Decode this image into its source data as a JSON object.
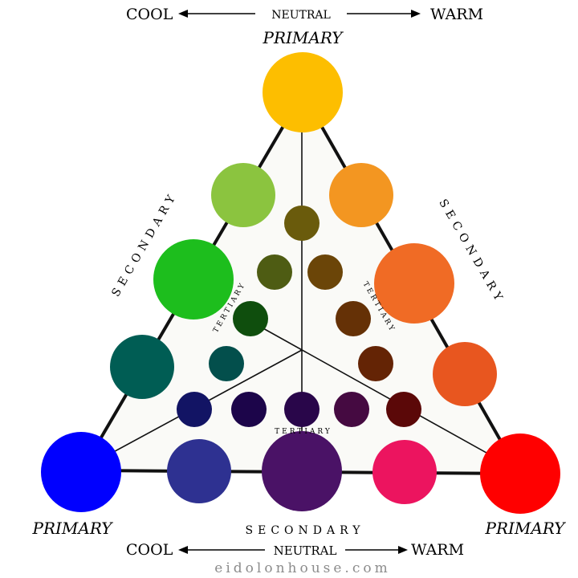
{
  "top_axis": {
    "cool": "COOL",
    "neutral": "NEUTRAL",
    "warm": "WARM"
  },
  "bottom_axis": {
    "cool": "COOL",
    "neutral": "NEUTRAL",
    "warm": "WARM"
  },
  "labels": {
    "primary_top": "PRIMARY",
    "primary_left": "PRIMARY",
    "primary_right": "PRIMARY",
    "secondary_left": "SECONDARY",
    "secondary_right": "SECONDARY",
    "secondary_bottom": "SECONDARY",
    "tertiary_left": "TERTIARY",
    "tertiary_right": "TERTIARY",
    "tertiary_bottom": "TERTIARY"
  },
  "footer": {
    "site": "eidolonhouse.com"
  },
  "colors": {
    "yellow": "#FDBE00",
    "yellow_green": "#8BC43F",
    "yellow_orange": "#F39621",
    "green": "#1DBE1D",
    "orange": "#F06B25",
    "blue_green": "#005D54",
    "red_orange": "#E8561F",
    "blue": "#0000FF",
    "blue_violet": "#2E3191",
    "violet": "#4A1266",
    "red_violet": "#EC145F",
    "red": "#FF0000",
    "tert_olive": "#6A5B0C",
    "tert_olive_green": "#4E5C13",
    "tert_brown": "#6B4508",
    "tert_dark_green": "#0F4E0D",
    "tert_brown_red": "#653106",
    "tert_teal": "#034F4C",
    "tert_maroon_brown": "#642405",
    "tert_navy": "#121464",
    "tert_indigo": "#1C054A",
    "tert_deep_purple": "#29064A",
    "tert_plum": "#450A41",
    "tert_oxblood": "#5B0808",
    "triangle_fill": "#FAFAF7",
    "line": "#111111"
  }
}
